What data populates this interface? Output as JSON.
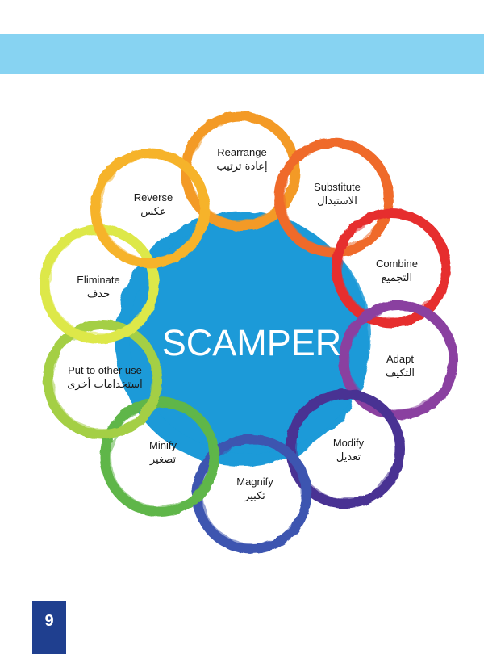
{
  "center": {
    "label": "SCAMPER",
    "color": "#1a9ad8"
  },
  "items": [
    {
      "en": "Rearrange",
      "ar": "إعادة ترتيب",
      "color": "#f39a25"
    },
    {
      "en": "Substitute",
      "ar": "الاستبدال",
      "color": "#ef6a2a"
    },
    {
      "en": "Combine",
      "ar": "التجميع",
      "color": "#e62d2f"
    },
    {
      "en": "Adapt",
      "ar": "التكيف",
      "color": "#8a3fa0"
    },
    {
      "en": "Modify",
      "ar": "تعديل",
      "color": "#4a3393"
    },
    {
      "en": "Magnify",
      "ar": "تكبير",
      "color": "#3d55b0"
    },
    {
      "en": "Minify",
      "ar": "تصغير",
      "color": "#5eb648"
    },
    {
      "en": "Put to other use",
      "ar": "استخدامات أخرى",
      "color": "#a4cf45"
    },
    {
      "en": "Eliminate",
      "ar": "حذف",
      "color": "#dde84a"
    },
    {
      "en": "Reverse",
      "ar": "عكس",
      "color": "#f6b32a"
    }
  ],
  "header_band_color": "#87d3f2",
  "page_number": "9"
}
